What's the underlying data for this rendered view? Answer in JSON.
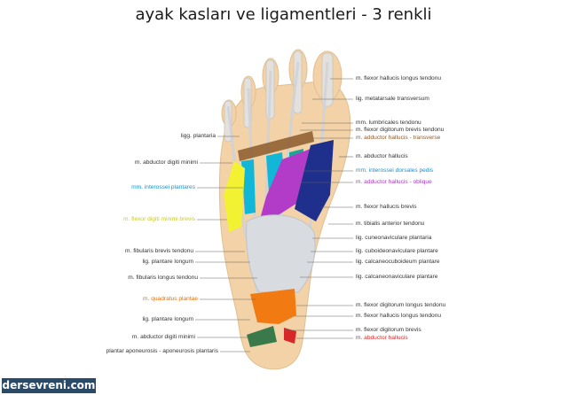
{
  "title": "ayak kasları ve ligamentleri - 3 renkli",
  "watermark": "dersevreni.com",
  "colors": {
    "blue": "#1e2f8c",
    "magenta": "#b23bc8",
    "cyan": "#12b6d6",
    "teal": "#19a79a",
    "yellow": "#f2f233",
    "orange": "#f27a12",
    "red": "#d62828",
    "brown": "#8b5a2b",
    "green": "#3a7a4a",
    "skin": "#f2d2a6",
    "bone": "#ecd9bf",
    "tendon": "#d8dbe0"
  },
  "labels_left": [
    {
      "text": "ligg. plantaria",
      "color": "#333333"
    },
    {
      "text": "m. abductor digiti minimi",
      "color": "#333333"
    },
    {
      "text": "mm. interossei plantares",
      "color": "#1a8fd0"
    },
    {
      "text": "m. flexor digiti minimi brevis",
      "color": "#c9c92a"
    },
    {
      "text": "m. fibularis brevis tendonu",
      "color": "#333333"
    },
    {
      "text": "lig. plantare longum",
      "color": "#333333"
    },
    {
      "text": "m. fibularis longus tendonu",
      "color": "#333333"
    },
    {
      "text": "m. quadratus plantae",
      "color": "#e0700a"
    },
    {
      "text": "lig. plantare longum",
      "color": "#333333"
    },
    {
      "text": "m. abductor digiti minimi",
      "color": "#333333"
    },
    {
      "text": "plantar aponeurosis - aponeurosis plantaris",
      "color": "#333333"
    }
  ],
  "labels_right": [
    {
      "text": "m. flexor hallucis longus tendonu",
      "color": "#333333"
    },
    {
      "text": "lig. metatarsale transversum",
      "color": "#333333"
    },
    {
      "text": "mm. lumbricales tendonu",
      "color": "#333333"
    },
    {
      "text": "m. flexor digitorum brevis tendonu",
      "color": "#333333"
    },
    {
      "text": "m. adductor hallucis - transverse",
      "color": "#8b5a2b"
    },
    {
      "text": "m. abductor hallucis",
      "color": "#333333"
    },
    {
      "text": "mm. interossei dorsales pedis",
      "color": "#1a8fd0"
    },
    {
      "text": "m. adductor hallucis - oblique",
      "color": "#a838c0"
    },
    {
      "text": "m. flexor hallucis brevis",
      "color": "#333333"
    },
    {
      "text": "m. tibialis anterior tendonu",
      "color": "#333333"
    },
    {
      "text": "lig. cuneonaviculare plantaria",
      "color": "#333333"
    },
    {
      "text": "lig. cuboideonaviculare plantare",
      "color": "#333333"
    },
    {
      "text": "lig. calcaneocuboideum plantare",
      "color": "#333333"
    },
    {
      "text": "lig. calcaneonaviculare plantare",
      "color": "#333333"
    },
    {
      "text": "m. flexor digitorum longus tendonu",
      "color": "#333333"
    },
    {
      "text": "m. flexor hallucis longus tendonu",
      "color": "#333333"
    },
    {
      "text": "m. flexor digitorum brevis",
      "color": "#333333"
    },
    {
      "text": "m. abductor hallucis",
      "color": "#d62828"
    }
  ]
}
